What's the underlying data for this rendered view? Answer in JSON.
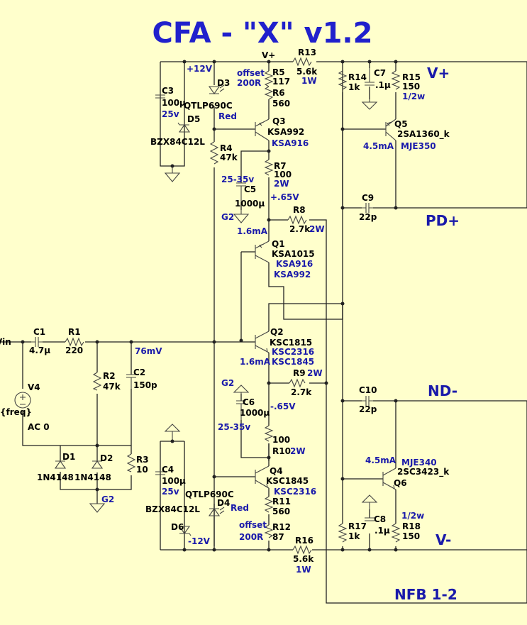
{
  "title": "CFA - \"X\" v1.2",
  "nets": {
    "vplus": "V+",
    "pdplus": "PD+",
    "ndminus": "ND-",
    "vminus": "V-",
    "nfb": "NFB 1-2",
    "vplus_small": "V+",
    "p12": "+12V",
    "m12": "-12V",
    "vin": "Vin",
    "v76": "76mV",
    "p065": "+.65V",
    "m065": "-.65V",
    "g2a": "G2",
    "g2b": "G2",
    "g2c": "G2"
  },
  "parts": {
    "r13": {
      "ref": "R13",
      "val": "5.6k",
      "note": "1W"
    },
    "r16": {
      "ref": "R16",
      "val": "5.6k",
      "note": "1W"
    },
    "r5": {
      "ref": "R5",
      "val": "117",
      "note1": "offset",
      "note2": "200R"
    },
    "r6": {
      "ref": "R6",
      "val": "560"
    },
    "r14": {
      "ref": "R14",
      "val": "1k"
    },
    "c7": {
      "ref": "C7",
      "val": ".1µ"
    },
    "r15": {
      "ref": "R15",
      "val": "150",
      "note": "1/2w"
    },
    "c3": {
      "ref": "C3",
      "val": "100µ",
      "note": "25v"
    },
    "d5": {
      "ref": "D5",
      "val": "BZX84C12L"
    },
    "d3": {
      "ref": "D3",
      "val": "QTLP690C",
      "note": "Red"
    },
    "q3": {
      "ref": "Q3",
      "val": "KSA992",
      "alt": "KSA916"
    },
    "q5": {
      "ref": "Q5",
      "val": "2SA1360_k",
      "alt": "MJE350",
      "cur": "4.5mA"
    },
    "r4": {
      "ref": "R4",
      "val": "47k"
    },
    "r7": {
      "ref": "R7",
      "val": "100",
      "note": "2W"
    },
    "c5": {
      "ref": "C5",
      "val": "1000µ",
      "note": "25-35v"
    },
    "c9": {
      "ref": "C9",
      "val": "22p"
    },
    "r8": {
      "ref": "R8",
      "val": "2.7k",
      "note": "2W"
    },
    "q1": {
      "ref": "Q1",
      "val": "KSA1015",
      "alt1": "KSA916",
      "alt2": "KSA992",
      "cur": "1.6mA"
    },
    "c1": {
      "ref": "C1",
      "val": "4.7µ"
    },
    "r1": {
      "ref": "R1",
      "val": "220"
    },
    "q2": {
      "ref": "Q2",
      "val": "KSC1815",
      "alt1": "KSC2316",
      "alt2": "KSC1845",
      "cur": "1.6mA"
    },
    "r2": {
      "ref": "R2",
      "val": "47k"
    },
    "c2": {
      "ref": "C2",
      "val": "150p"
    },
    "v4": {
      "ref": "V4",
      "val": "{freq}",
      "note": "AC 0"
    },
    "r9": {
      "ref": "R9",
      "val": "2.7k",
      "note": "2W"
    },
    "c10": {
      "ref": "C10",
      "val": "22p"
    },
    "c6": {
      "ref": "C6",
      "val": "1000µ",
      "note": "25-35v"
    },
    "r10": {
      "ref": "R10",
      "val": "100",
      "note": "2W"
    },
    "q6": {
      "ref": "Q6",
      "val": "2SC3423_k",
      "alt": "MJE340",
      "cur": "4.5mA"
    },
    "d1": {
      "ref": "D1",
      "val": "1N4148"
    },
    "d2": {
      "ref": "D2",
      "val": "1N4148"
    },
    "r3": {
      "ref": "R3",
      "val": "10"
    },
    "c4": {
      "ref": "C4",
      "val": "100µ",
      "note": "25v"
    },
    "d6": {
      "ref": "D6",
      "val": "BZX84C12L"
    },
    "d4": {
      "ref": "D4",
      "val": "QTLP690C",
      "note": "Red"
    },
    "q4": {
      "ref": "Q4",
      "val": "KSC1845",
      "alt": "KSC2316"
    },
    "r11": {
      "ref": "R11",
      "val": "560"
    },
    "r12": {
      "ref": "R12",
      "val": "87",
      "note1": "offset",
      "note2": "200R"
    },
    "r17": {
      "ref": "R17",
      "val": "1k"
    },
    "c8": {
      "ref": "C8",
      "val": ".1µ"
    },
    "r18": {
      "ref": "R18",
      "val": "150",
      "note": "1/2w"
    }
  }
}
